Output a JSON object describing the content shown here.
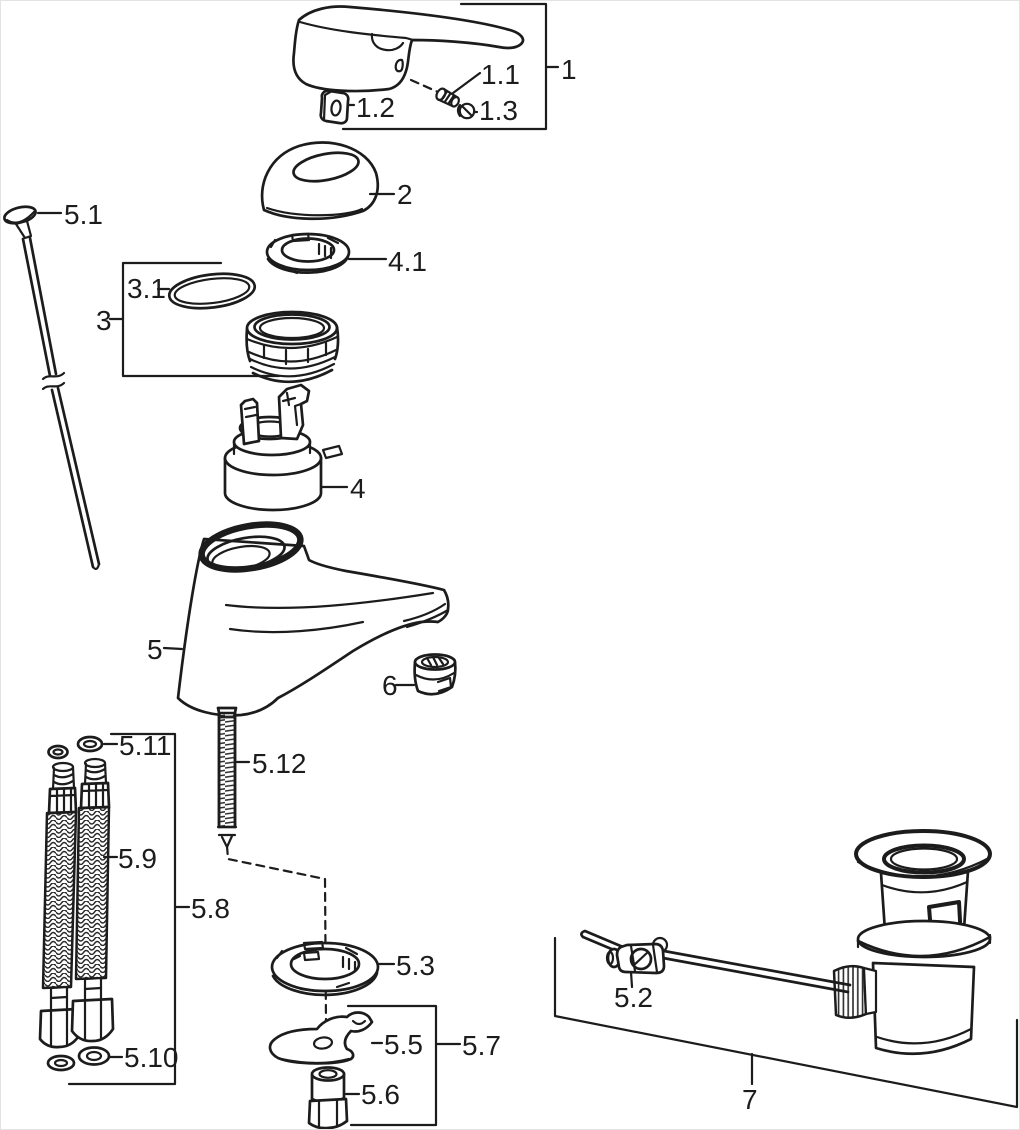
{
  "diagram": {
    "colors": {
      "line": "#1c1c1c",
      "background": "#ffffff"
    },
    "labels": {
      "p1": "1",
      "p1_1": "1.1",
      "p1_2": "1.2",
      "p1_3": "1.3",
      "p2": "2",
      "p3": "3",
      "p3_1": "3.1",
      "p4": "4",
      "p4_1": "4.1",
      "p5": "5",
      "p5_1": "5.1",
      "p5_2": "5.2",
      "p5_3": "5.3",
      "p5_5": "5.5",
      "p5_6": "5.6",
      "p5_7": "5.7",
      "p5_8": "5.8",
      "p5_9": "5.9",
      "p5_10": "5.10",
      "p5_11": "5.11",
      "p5_12": "5.12",
      "p6": "6",
      "p7": "7"
    }
  }
}
